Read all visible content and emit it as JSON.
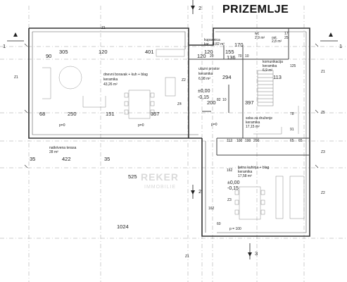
{
  "title": "PRIZEMLJE",
  "section_marks": {
    "s2_top": "2",
    "s2_bottom": "2",
    "s3_bottom": "3",
    "s1_left": "1",
    "s1_right": "1"
  },
  "rooms": {
    "living": {
      "name": "dnevni boravak + kuh + blag",
      "finish": "keramika",
      "area": "43,26 m²"
    },
    "entry": {
      "name": "ulazni prostor",
      "finish": "keramika",
      "area": "6,98 m²"
    },
    "pantry": {
      "name": "kupaonica",
      "finish": "kar.",
      "area": "4,82 m²"
    },
    "wc": {
      "name": "wc",
      "area": "2,9 m²"
    },
    "storage": {
      "name": "ost.",
      "area": "2,8 m²"
    },
    "communication": {
      "name": "komunikacija",
      "finish": "keramika",
      "area": "6,9 m²"
    },
    "social_room": {
      "name": "soba za druženje",
      "finish": "keramika",
      "area": "17,15 m²"
    },
    "summer_kitchen": {
      "name": "ljetna kuhinja + blag",
      "finish": "keramika",
      "area": "17,58 m²"
    },
    "terrace": {
      "name": "natkrivena terasa",
      "area": "28 m²"
    }
  },
  "levels": {
    "a": "±0,00",
    "b": "-0,15"
  },
  "axis_labels": [
    "Z1",
    "Z1",
    "Z1",
    "Z2",
    "Z2",
    "Z3",
    "Z4",
    "Z5",
    "Z3",
    "Z1"
  ],
  "dims_top": [
    "305",
    "120",
    "401",
    "120",
    "155",
    "170",
    "90",
    "120",
    "136"
  ],
  "dims_mid": [
    "68",
    "250",
    "151",
    "357",
    "200",
    "294",
    "113",
    "397"
  ],
  "dims_bottom": [
    "35",
    "422",
    "35",
    "525",
    "1024"
  ],
  "dims_misc": [
    "70",
    "20",
    "10",
    "82",
    "10",
    "200",
    "112",
    "100",
    "100",
    "162",
    "162",
    "60",
    "65",
    "125",
    "78",
    "91",
    "17",
    "25",
    "65"
  ],
  "door_note": "p=0",
  "door_note2": "p = 100",
  "watermark": "REKER",
  "watermark_sub": "IMMOBILIE"
}
